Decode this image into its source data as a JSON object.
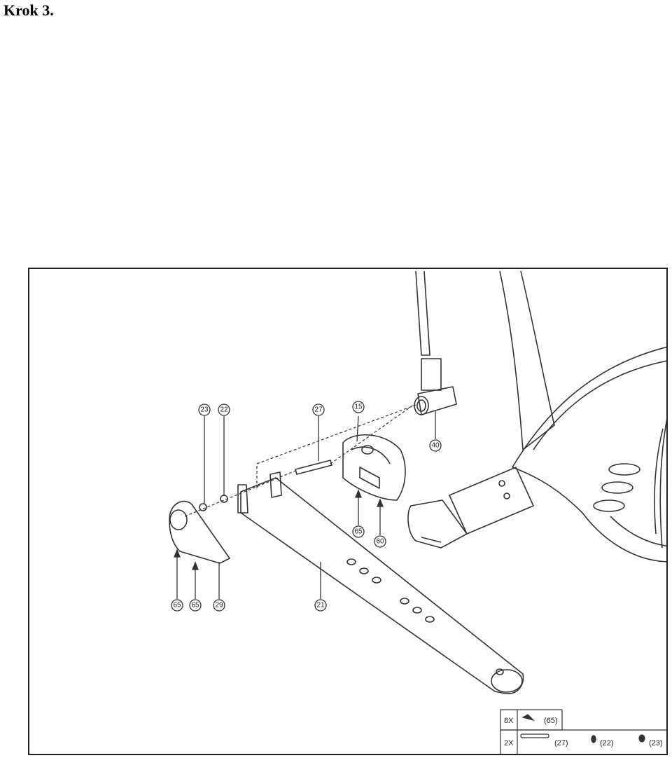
{
  "page": {
    "title": "Krok 3."
  },
  "callouts": {
    "c23": "23",
    "c22": "22",
    "c27": "27",
    "c15": "15",
    "c40": "40",
    "c65a": "65",
    "c60": "60",
    "c65b": "65",
    "c65c": "65",
    "c29": "29",
    "c21": "21"
  },
  "legend": {
    "row1": {
      "qty": "8X",
      "part": "(65)"
    },
    "row2": {
      "qty": "2X",
      "part_a": "(27)",
      "part_b": "(22)",
      "part_c": "(23)"
    }
  }
}
